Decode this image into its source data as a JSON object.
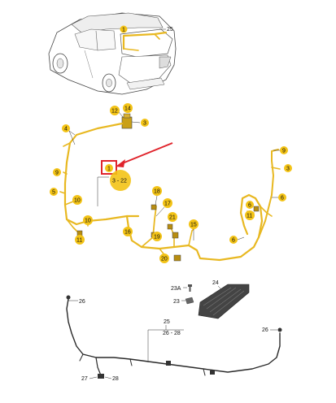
{
  "diagram": {
    "callouts": {
      "c25_top": "25",
      "c1_top": "1",
      "c12": "12",
      "c14": "14",
      "c3_a": "3",
      "c4": "4",
      "c9_left": "9",
      "c1_mid": "1",
      "c3_22": "3 - 22",
      "c5": "5",
      "c10_a": "10",
      "c10_b": "10",
      "c11": "11",
      "c18": "18",
      "c17": "17",
      "c21": "21",
      "c16": "16",
      "c19": "19",
      "c20": "20",
      "c15": "15",
      "c9_right": "9",
      "c3_b": "3",
      "c6_a": "6",
      "c6_b": "6",
      "c11_right": "11",
      "c6_c": "6",
      "c24": "24",
      "c23a": "23A",
      "c23": "23",
      "c26_left": "26",
      "c25_bottom": "25",
      "c26_28": "26 - 28",
      "c26_right": "26",
      "c27": "27",
      "c28": "28"
    },
    "colors": {
      "harness": "#e8b821",
      "bubble": "#f3c316",
      "highlight": "#e0242c"
    }
  }
}
